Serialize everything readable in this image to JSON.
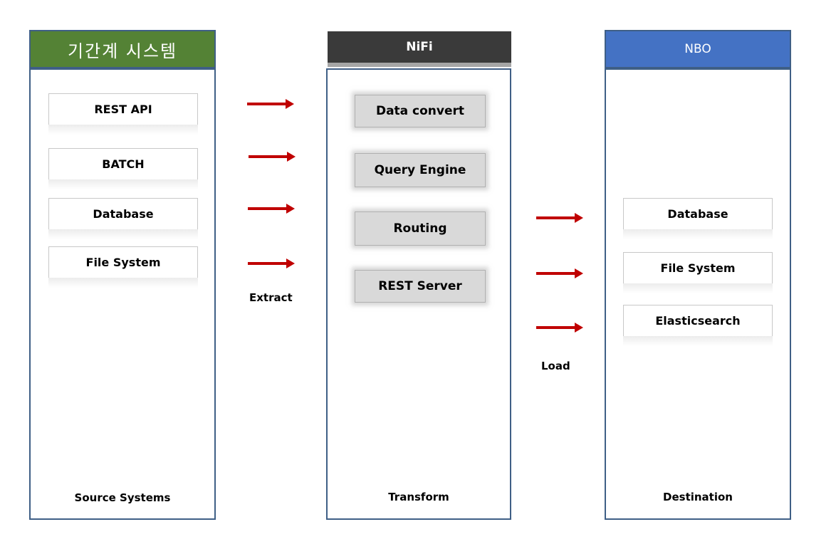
{
  "colors": {
    "source_header": "#548235",
    "nifi_header": "#3a3a3a",
    "nbo_header": "#4472c4",
    "panel_border": "#3f5f86",
    "arrow": "#c00000"
  },
  "source": {
    "header": "기간계 시스템",
    "items": [
      "REST API",
      "BATCH",
      "Database",
      "File System"
    ],
    "caption": "Source Systems"
  },
  "extract_label": "Extract",
  "nifi": {
    "header": "NiFi",
    "processes": [
      "Data convert",
      "Query Engine",
      "Routing",
      "REST Server"
    ],
    "caption": "Transform"
  },
  "load_label": "Load",
  "nbo": {
    "header": "NBO",
    "items": [
      "Database",
      "File System",
      "Elasticsearch"
    ],
    "caption": "Destination"
  }
}
